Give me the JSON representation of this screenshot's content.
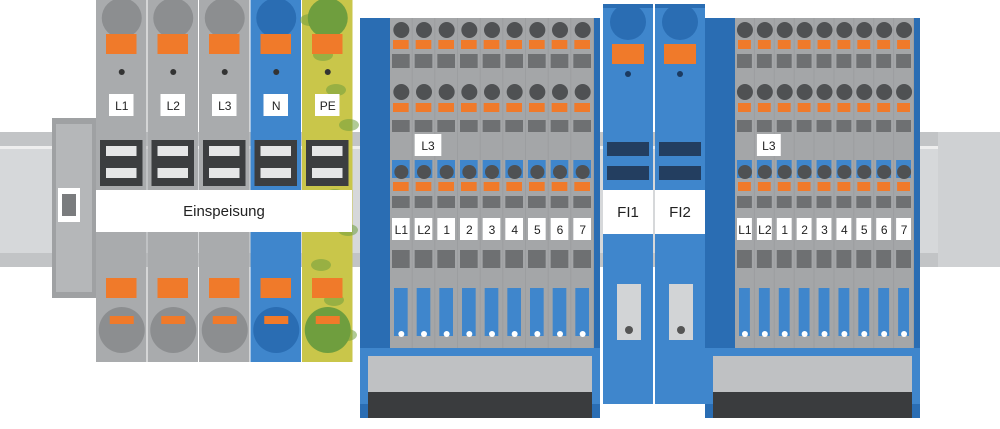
{
  "feed": {
    "title": "Einspeisung",
    "terminals": [
      {
        "label": "L1",
        "kind": "grey"
      },
      {
        "label": "L2",
        "kind": "grey"
      },
      {
        "label": "L3",
        "kind": "grey"
      },
      {
        "label": "N",
        "kind": "blue"
      },
      {
        "label": "PE",
        "kind": "pe"
      }
    ]
  },
  "groups": [
    {
      "fi_label": "FI1",
      "mid_label": "L3",
      "terminals": [
        "L1",
        "L2",
        "1",
        "2",
        "3",
        "4",
        "5",
        "6",
        "7"
      ]
    },
    {
      "fi_label": "FI2",
      "mid_label": "L3",
      "terminals": [
        "L1",
        "L2",
        "1",
        "2",
        "3",
        "4",
        "5",
        "6",
        "7"
      ]
    }
  ],
  "colors": {
    "grey": "#a9abad",
    "grey_dark": "#8c8e90",
    "blue": "#3f86cc",
    "blue_dark": "#2a6db3",
    "orange": "#f07a2a",
    "rail": "#c8cacc",
    "pe_yellow": "#c9c64a",
    "pe_green": "#6f9e3e"
  }
}
